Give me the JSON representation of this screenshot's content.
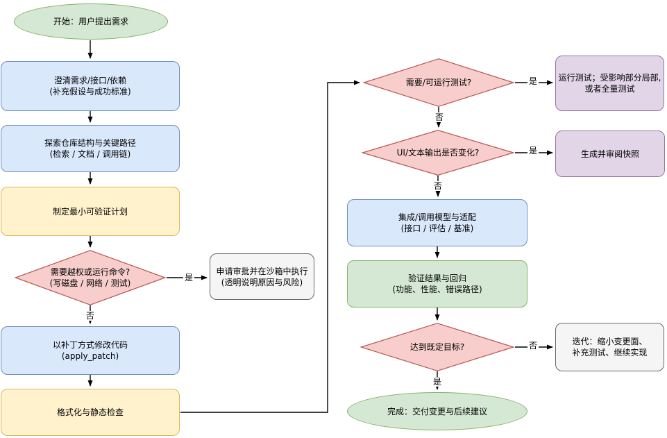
{
  "diagram": {
    "type": "flowchart",
    "nodes": [
      {
        "id": "start",
        "shape": "ellipse",
        "fill": "#d5e8d4",
        "border": "#82b366",
        "label": "开始：用户提出需求"
      },
      {
        "id": "clarify",
        "shape": "rounded-rect",
        "fill": "#dae8fc",
        "border": "#6c8ebf",
        "label": "澄清需求/接口/依赖\n(补充假设与成功标准)"
      },
      {
        "id": "explore",
        "shape": "rounded-rect",
        "fill": "#dae8fc",
        "border": "#6c8ebf",
        "label": "探索仓库结构与关键路径\n(检索 / 文档 / 调用链)"
      },
      {
        "id": "plan",
        "shape": "rounded-rect",
        "fill": "#fff2cc",
        "border": "#d6b656",
        "label": "制定最小可验证计划"
      },
      {
        "id": "decision-permissions",
        "shape": "diamond",
        "fill": "#f8cecc",
        "border": "#b85450",
        "label": "需要越权或运行命令?\n(写磁盘 / 网络 / 测试)"
      },
      {
        "id": "approval",
        "shape": "rounded-rect",
        "fill": "#f5f5f5",
        "border": "#666666",
        "label": "申请审批并在沙箱中执行\n(透明说明原因与风险)"
      },
      {
        "id": "apply-patch",
        "shape": "rounded-rect",
        "fill": "#dae8fc",
        "border": "#6c8ebf",
        "label": "以补丁方式修改代码\n(apply_patch)"
      },
      {
        "id": "format-check",
        "shape": "rounded-rect",
        "fill": "#fff2cc",
        "border": "#d6b656",
        "label": "格式化与静态检查"
      },
      {
        "id": "decision-tests",
        "shape": "diamond",
        "fill": "#f8cecc",
        "border": "#b85450",
        "label": "需要/可运行测试?"
      },
      {
        "id": "run-tests",
        "shape": "rounded-rect",
        "fill": "#e1d5e7",
        "border": "#9673a6",
        "label": "运行测试；受影响部分局部,\n或者全量测试"
      },
      {
        "id": "decision-ui-change",
        "shape": "diamond",
        "fill": "#f8cecc",
        "border": "#b85450",
        "label": "UI/文本输出是否变化?"
      },
      {
        "id": "snapshot",
        "shape": "rounded-rect",
        "fill": "#e1d5e7",
        "border": "#9673a6",
        "label": "生成并审阅快照"
      },
      {
        "id": "integrate",
        "shape": "rounded-rect",
        "fill": "#dae8fc",
        "border": "#6c8ebf",
        "label": "集成/调用模型与适配\n(接口 / 评估 / 基准)"
      },
      {
        "id": "verify",
        "shape": "rounded-rect",
        "fill": "#d5e8d4",
        "border": "#82b366",
        "label": "验证结果与回归\n(功能、性能、错误路径)"
      },
      {
        "id": "decision-goal",
        "shape": "diamond",
        "fill": "#f8cecc",
        "border": "#b85450",
        "label": "达到既定目标?"
      },
      {
        "id": "iterate",
        "shape": "rounded-rect",
        "fill": "#f5f5f5",
        "border": "#666666",
        "label": "迭代：缩小变更面、\n补充测试、继续实现"
      },
      {
        "id": "done",
        "shape": "ellipse",
        "fill": "#d5e8d4",
        "border": "#82b366",
        "label": "完成：交付变更与后续建议"
      }
    ],
    "edge_labels": [
      {
        "edge": "decision-permissions -> approval",
        "text": "是"
      },
      {
        "edge": "decision-permissions -> apply-patch",
        "text": "否"
      },
      {
        "edge": "decision-tests -> run-tests",
        "text": "是"
      },
      {
        "edge": "decision-tests -> decision-ui",
        "text": "否"
      },
      {
        "edge": "decision-ui -> snapshot",
        "text": "是"
      },
      {
        "edge": "decision-ui -> integrate",
        "text": "否"
      },
      {
        "edge": "decision-goal -> iterate",
        "text": "否"
      },
      {
        "edge": "decision-goal -> done",
        "text": "是"
      }
    ],
    "edge_color": "#000000"
  }
}
